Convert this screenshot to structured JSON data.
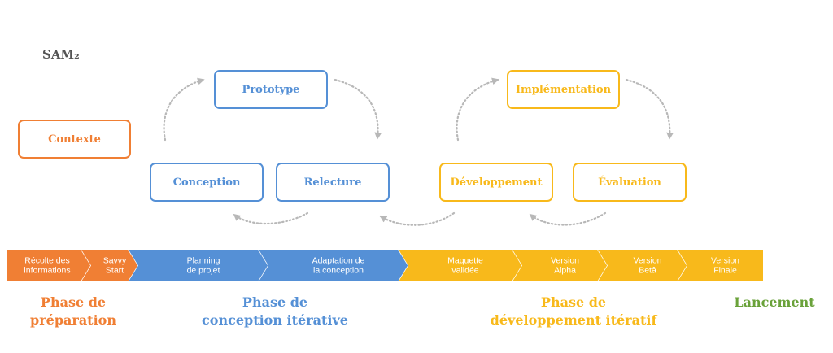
{
  "title": "SAM₂",
  "colors": {
    "orange": "#f07f34",
    "blue": "#5590d6",
    "yellow": "#f8b91b",
    "green": "#6aa23a",
    "arrow": "#b8b8b8"
  },
  "boxes": {
    "contexte": "Contexte",
    "prototype": "Prototype",
    "conception": "Conception",
    "relecture": "Relecture",
    "implementation": "Implémentation",
    "developpement": "Développement",
    "evaluation": "Évaluation"
  },
  "timeline": [
    {
      "lines": [
        "Récolte des",
        "informations"
      ]
    },
    {
      "lines": [
        "Savvy",
        "Start"
      ]
    },
    {
      "lines": [
        "Planning",
        "de projet"
      ]
    },
    {
      "lines": [
        "Adaptation de",
        "la conception"
      ]
    },
    {
      "lines": [
        "Maquette",
        "validée"
      ]
    },
    {
      "lines": [
        "Version",
        "Alpha"
      ]
    },
    {
      "lines": [
        "Version",
        "Betâ"
      ]
    },
    {
      "lines": [
        "Version",
        "Finale"
      ]
    }
  ],
  "phases": {
    "preparation": {
      "line1": "Phase de",
      "line2": "préparation"
    },
    "conception": {
      "line1": "Phase de",
      "line2": "conception itérative"
    },
    "developpement": {
      "line1": "Phase de",
      "line2": "développement itératif"
    },
    "lancement": "Lancement"
  }
}
